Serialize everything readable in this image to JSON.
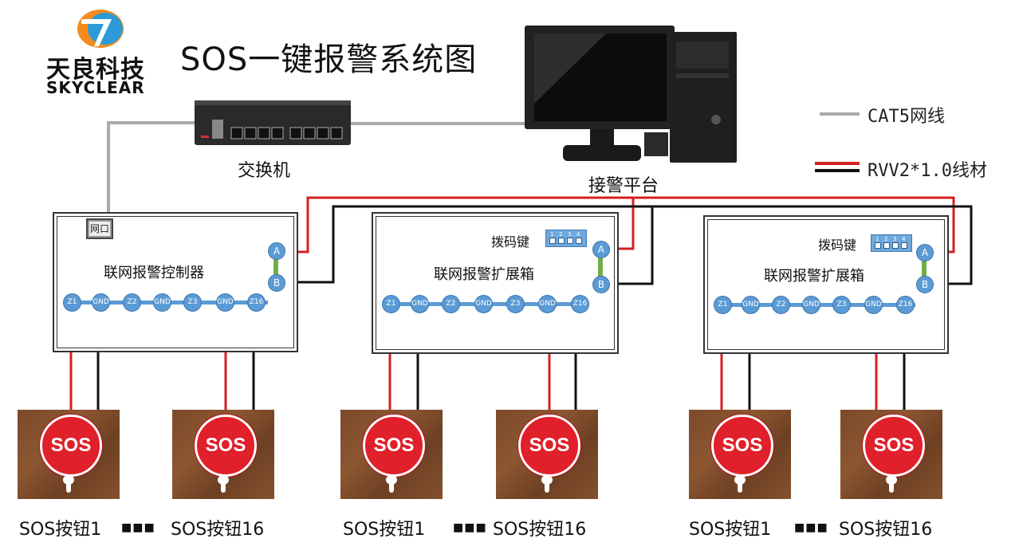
{
  "title": "SOS一键报警系统图",
  "logo": {
    "cn": "天良科技",
    "en": "SKYCLEAR"
  },
  "legend": {
    "cat5": "CAT5网线",
    "rvv": "RVV2*1.0线材"
  },
  "switch_label": "交换机",
  "platform_label": "接警平台",
  "controller": {
    "title": "联网报警控制器",
    "port": "网口"
  },
  "expander": {
    "title": "联网报警扩展箱",
    "dip_label": "拨码键",
    "dip_numbers": [
      "1",
      "2",
      "3",
      "4"
    ]
  },
  "terminals": {
    "z1": "Z1",
    "gnd": "GND",
    "z2": "Z2",
    "z3": "Z3",
    "z16": "Z16",
    "a": "A",
    "b": "B"
  },
  "sos_text": "SOS",
  "buttons": {
    "first": "SOS按钮1",
    "last": "SOS按钮16",
    "ellipsis": "■■■"
  },
  "colors": {
    "red_wire": "#d42020",
    "black_wire": "#111111",
    "cat5": "#aaaaaa",
    "terminal": "#5b9bd5",
    "link": "#70ad47"
  }
}
